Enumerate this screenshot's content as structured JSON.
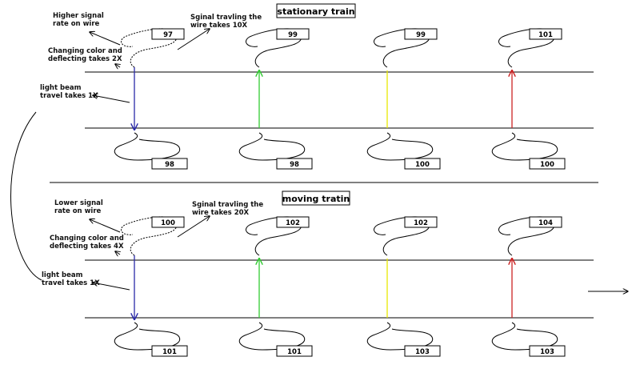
{
  "rows": [
    {
      "title": "stationary train",
      "frames": [
        {
          "top": "97",
          "bottom": "98",
          "beam": "#2a2aa8",
          "dir": "down"
        },
        {
          "top": "99",
          "bottom": "98",
          "beam": "#33cc33",
          "dir": "up"
        },
        {
          "top": "99",
          "bottom": "100",
          "beam": "#e8e800",
          "dir": "none"
        },
        {
          "top": "101",
          "bottom": "100",
          "beam": "#cc2222",
          "dir": "up"
        }
      ],
      "notes": {
        "signal_rate": [
          "Higher signal",
          "rate on wire"
        ],
        "wire_travel": [
          "Sginal travling the",
          "wire takes 10X"
        ],
        "deflect": [
          "Changing color and",
          "deflecting takes 2X"
        ],
        "beam_travel": [
          "light beam",
          "travel takes 1X"
        ]
      }
    },
    {
      "title": "moving tratin",
      "frames": [
        {
          "top": "100",
          "bottom": "101",
          "beam": "#2a2aa8",
          "dir": "down"
        },
        {
          "top": "102",
          "bottom": "101",
          "beam": "#33cc33",
          "dir": "up"
        },
        {
          "top": "102",
          "bottom": "103",
          "beam": "#e8e800",
          "dir": "none"
        },
        {
          "top": "104",
          "bottom": "103",
          "beam": "#cc2222",
          "dir": "up"
        }
      ],
      "notes": {
        "signal_rate": [
          "Lower signal",
          "rate on wire"
        ],
        "wire_travel": [
          "Sginal travling the",
          "wire takes 20X"
        ],
        "deflect": [
          "Changing color and",
          "deflecting takes 4X"
        ],
        "beam_travel": [
          "light beam",
          "travel takes 1X"
        ]
      }
    }
  ]
}
